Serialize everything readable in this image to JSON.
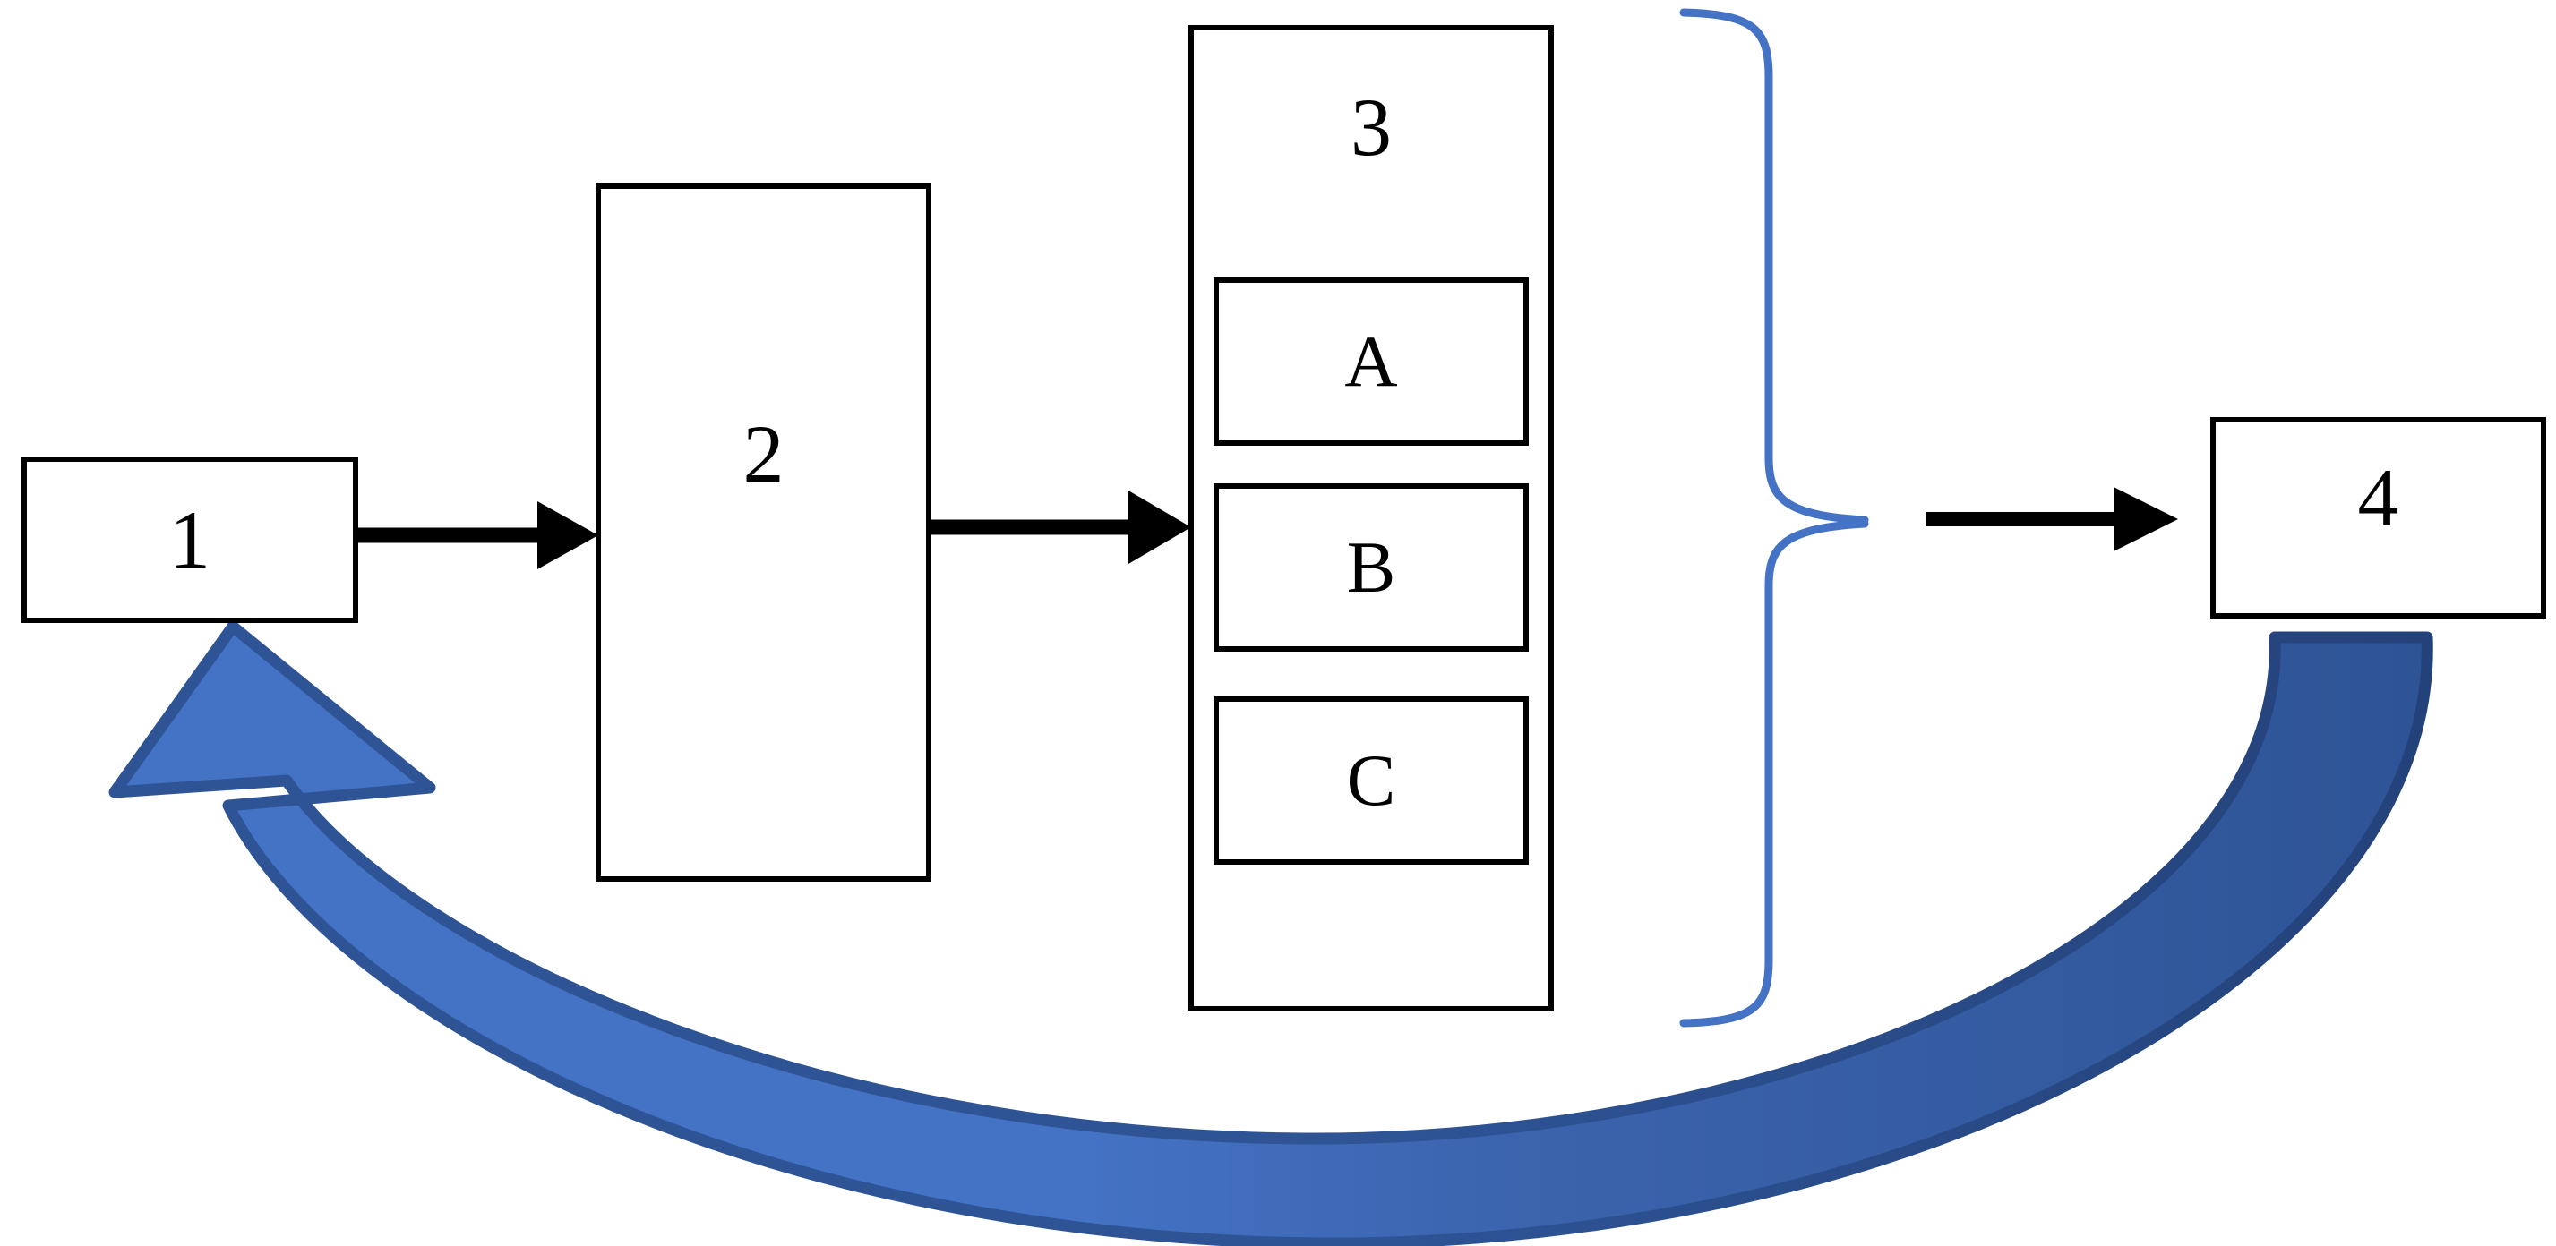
{
  "diagram": {
    "type": "process-flow",
    "background_color": "#FFFFFF",
    "nodes": [
      {
        "id": "box-1",
        "label": "1",
        "shape": "rectangle",
        "border_color": "#000000",
        "fill": "#FFFFFF"
      },
      {
        "id": "box-2",
        "label": "2",
        "shape": "rectangle",
        "border_color": "#000000",
        "fill": "#FFFFFF"
      },
      {
        "id": "box-3",
        "label": "3",
        "shape": "rectangle",
        "border_color": "#000000",
        "fill": "#FFFFFF"
      },
      {
        "id": "box-4",
        "label": "4",
        "shape": "rectangle",
        "border_color": "#000000",
        "fill": "#FFFFFF"
      }
    ],
    "subnodes": [
      {
        "id": "sub-a",
        "label": "A",
        "parent": "box-3"
      },
      {
        "id": "sub-b",
        "label": "B",
        "parent": "box-3"
      },
      {
        "id": "sub-c",
        "label": "C",
        "parent": "box-3"
      }
    ],
    "connectors": [
      {
        "id": "arrow-1-to-2",
        "from": "box-1",
        "to": "box-2",
        "style": "straight-solid",
        "color": "#000000"
      },
      {
        "id": "arrow-2-to-3",
        "from": "box-2",
        "to": "box-3",
        "style": "straight-solid",
        "color": "#000000"
      },
      {
        "id": "arrow-brace-to-4",
        "from": "brace",
        "to": "box-4",
        "style": "straight-solid",
        "color": "#000000"
      },
      {
        "id": "feedback-arrow",
        "from": "box-4",
        "to": "box-1",
        "style": "curved-block-arrow",
        "fill": "#4472C4",
        "fill_dark": "#2E5496",
        "stroke": "#2E5496"
      }
    ],
    "brace": {
      "id": "grouping-brace",
      "orientation": "right-facing",
      "color": "#4472C4",
      "groups": "box-3"
    }
  },
  "colors": {
    "accent_blue": "#4472C4",
    "accent_blue_dark": "#2E5496",
    "outline_black": "#000000",
    "page_white": "#FFFFFF"
  }
}
